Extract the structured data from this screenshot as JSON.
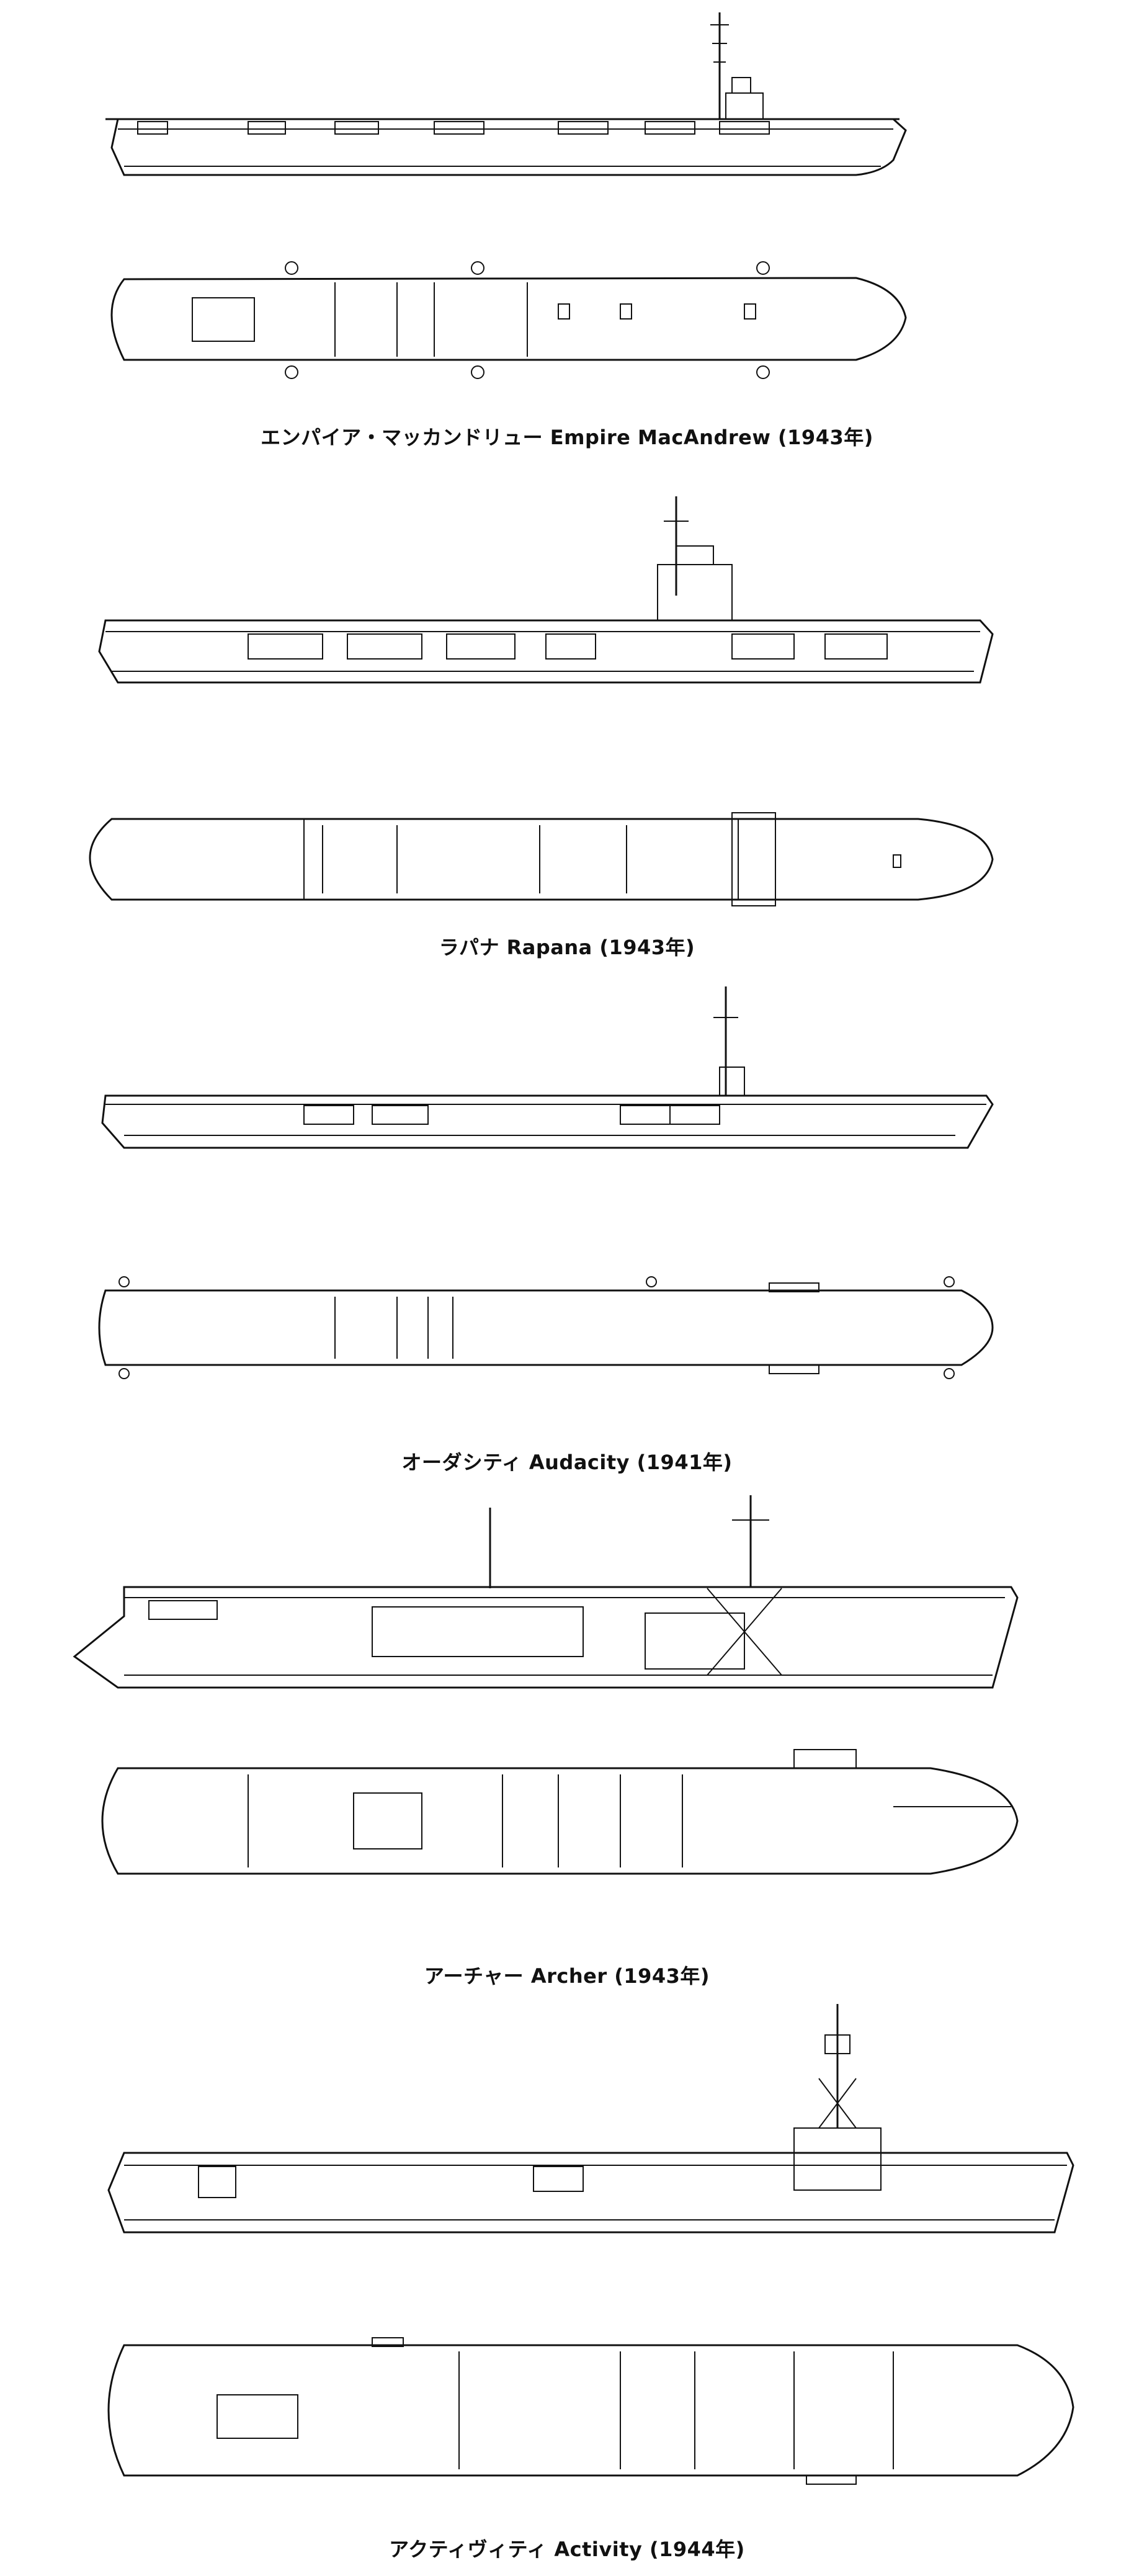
{
  "ships": [
    {
      "caption": "エンパイア・マッカンドリュー Empire MacAndrew (1943年)"
    },
    {
      "caption": "ラパナ Rapana (1943年)"
    },
    {
      "caption": "オーダシティ Audacity (1941年)"
    },
    {
      "caption": "アーチャー Archer (1943年)"
    },
    {
      "caption": "アクティヴィティ Activity (1944年)"
    }
  ]
}
